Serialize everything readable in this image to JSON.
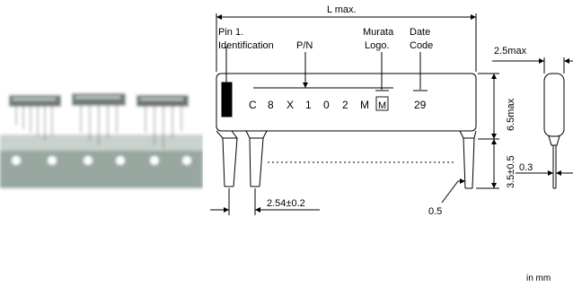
{
  "drawing": {
    "overall_length": "L max.",
    "pin1_line1": "Pin 1.",
    "pin1_line2": "Identification",
    "pn": "P/N",
    "logo_line1": "Murata",
    "logo_line2": "Logo.",
    "date_line1": "Date",
    "date_line2": "Code",
    "thickness": "2.5max",
    "body_height": "6.5max",
    "lead_length": "3.5±0.5",
    "lead_thickness": "0.3",
    "lead_width": "0.5",
    "pitch": "2.54±0.2",
    "marking": {
      "part_chars": [
        "C",
        "8",
        "X",
        "1",
        "0",
        "2",
        "M"
      ],
      "logo_glyph": "M",
      "date_code": "29"
    }
  },
  "footer": {
    "unit": "in mm"
  },
  "colors": {
    "line": "#000000",
    "board": "#aab6b0",
    "body": "#ffffff"
  }
}
